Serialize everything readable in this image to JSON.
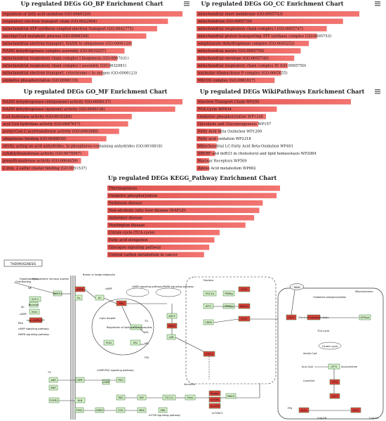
{
  "colors": {
    "bar": "#e0534f",
    "bar_end": "#f27470",
    "bar_fade": "#f2a09c",
    "gene_up": "#d9413b",
    "gene_box": "#d6f0c9",
    "gene_stroke": "#3c7a3c",
    "line": "#333333"
  },
  "icons": [
    "hamburger-menu-icon"
  ],
  "chart_data": [
    {
      "type": "bar",
      "title": "Up regulated DEGs GO_BP Enrichment Chart",
      "orientation": "horizontal",
      "categories": [
        "regulation of fatty acid oxidation (GO:0046320)",
        "respiratory electron transport chain (GO:0022904)",
        "mitochondrial ATP synthesis coupled electron transport (GO:0042775)",
        "succinyl-CoA metabolic process (GO:0006104)",
        "mitochondrial electron transport, NADH to ubiquinone (GO:0006120)",
        "NADH dehydrogenase complex assembly (GO:0010257)",
        "mitochondrial respiratory chain complex I biogenesis (GO:0097031)",
        "mitochondrial respiratory chain complex I assembly (GO:0032981)",
        "mitochondrial electron transport, cytochrome c to oxygen (GO:0006123)",
        "oxidative phosphorylation (GO:0006119)"
      ],
      "values": [
        10,
        9.2,
        8.6,
        8.0,
        7.2,
        6.8,
        6.4,
        6.0,
        5.6,
        5.0
      ]
    },
    {
      "type": "bar",
      "title": "Up regulated DEGs GO_CC Enrichment Chart",
      "orientation": "horizontal",
      "categories": [
        "mitochondrial inner membrane (GO:0005743)",
        "mitochondrion (GO:0005739)",
        "mitochondrial respiratory chain complex I (GO:0005747)",
        "mitochondrial proton-transporting ATP synthase complex (GO:0005753)",
        "oxoglutarate dehydrogenase complex (GO:0045252)",
        "mitochondrial matrix (GO:0005759)",
        "mitochondrial envelope (GO:0005740)",
        "mitochondrial respiratory chain complex III (GO:0005750)",
        "nucleolar ribonuclease P complex (GO:0005655)",
        "MICOS complex (GO:0061617)"
      ],
      "values": [
        10,
        9.0,
        8.0,
        7.4,
        6.9,
        6.4,
        6.0,
        5.6,
        5.2,
        4.8
      ]
    },
    {
      "type": "bar",
      "title": "Up regulated DEGs GO_MF Enrichment Chart",
      "orientation": "horizontal",
      "categories": [
        "NADH dehydrogenase (ubiquinone) activity (GO:0008137)",
        "NADH dehydrogenase (quinone) activity (GO:0050136)",
        "CoA hydrolase activity (GO:0016289)",
        "acyl-CoA hydrolase activity (GO:0047617)",
        "acetyl-CoA C-acyltransferase activity (GO:0003988)",
        "ubiquinone binding (GO:0048039)",
        "ctivity, acting on acid anhydrides, in phosphorus-containing anhydrides (GO:0016818)",
        "cytidylyltransferase activity (GO:0070567)",
        "prenyltransferase activity (GO:0004659)",
        "2 iron, 2 sulfur cluster binding (GO:0051537)"
      ],
      "values": [
        10,
        9.6,
        7.2,
        7.0,
        6.5,
        5.8,
        5.4,
        4.8,
        4.4,
        4.0
      ]
    },
    {
      "type": "bar",
      "title": "Up regulated DEGs WikiPathways Enrichment Chart",
      "orientation": "horizontal",
      "categories": [
        "Electron Transport Chain WP295",
        "TCA Cycle WP434",
        "Oxidative phosphorylation WP1248",
        "Glycolysis and Gluconeogenesis WP157",
        "Fatty Acid Beta Oxidation WP1269",
        "Fatty acid oxidation WP2318",
        "Mitochondrial LC-Fatty Acid Beta-Oxidation WP401",
        "SREBF and miR33 in cholesterol and lipid homeostasis WP2084",
        "Nuclear Receptors WP509",
        "Amino Acid metabolism WP662"
      ],
      "values": [
        10,
        5.2,
        4.5,
        4.0,
        1.6,
        1.4,
        1.3,
        1.2,
        0.6,
        0.5
      ]
    },
    {
      "type": "bar",
      "title": "Up regulated DEGs KEGG_Pathway Enrichment Chart",
      "orientation": "horizontal",
      "categories": [
        "Thermogenesis",
        "Oxidative phosphorylation",
        "Parkinson disease",
        "Non-alcoholic fatty liver disease (NAFLD)",
        "Alzheimer disease",
        "Huntington disease",
        "Citrate cycle (TCA cycle)",
        "Fatty acid elongation",
        "Glucagon signaling pathway",
        "Central carbon metabolism in cancer"
      ],
      "values": [
        10,
        9.8,
        9.0,
        8.8,
        8.5,
        8.0,
        6.5,
        6.2,
        5.9,
        5.6
      ]
    }
  ],
  "kegg_map": {
    "title": "THERMOGENESIS",
    "labels": [
      "Cold",
      "Overfeeding",
      "Hypothalamus",
      "Sympathetic nervous system",
      "NE",
      "Brown or beige adipocyte",
      "ADRB",
      "Gs",
      "AC",
      "cAMP",
      "PKA",
      "cAMP signaling pathway",
      "MAPK signaling pathway",
      "Lipid droplet",
      "ATGL",
      "HSL",
      "PLIN",
      "Regulation of lipolysis in adipocytes",
      "TG",
      "DG",
      "MG",
      "FFA",
      "ADCY",
      "MKK3",
      "p38",
      "Nucleus",
      "ATF2",
      "CREB",
      "PGC1A",
      "PPARg",
      "UCP1",
      "FGF21",
      "HDAC3",
      "Heat",
      "Oxidative phosphorylation",
      "Mitochondrion",
      "Electron transport chain",
      "ATPase",
      "TCA cycle",
      "Citrate cycle",
      "Acetyl-CoA",
      "Acyl-CoA",
      "Carnitine",
      "FFA",
      "Acylcarnitine",
      "CPT1",
      "CPT2",
      "CACT",
      "ACSL",
      "CoA-SH",
      "T3",
      "ANP",
      "BNP",
      "NPR",
      "cGMP",
      "PKG",
      "cGMP-PKG signaling pathway",
      "Secreted",
      "FGFR1",
      "KLB",
      "FRS2",
      "GRB2",
      "SOS",
      "RAS",
      "RAF",
      "MEK",
      "ERK",
      "TSC1/2",
      "Rheb",
      "Raptor",
      "mTOR",
      "mLST8",
      "mTORC1",
      "mTOR signaling pathway",
      "NE",
      "ADRB3",
      "ADRB1",
      "GLP-1",
      "Nicotine",
      "Irisin",
      "Low AMPK/ATF"
    ]
  }
}
